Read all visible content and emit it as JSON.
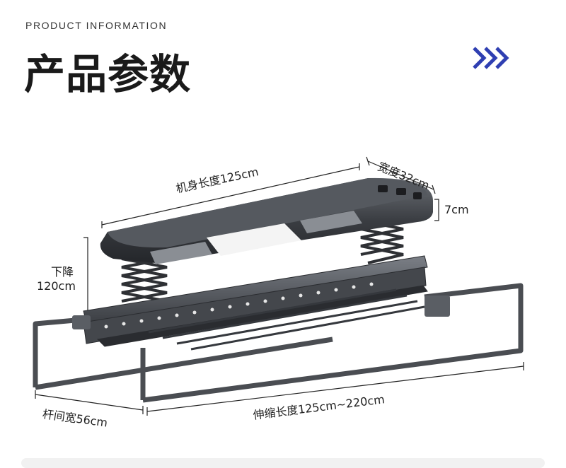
{
  "header": {
    "subtitle": "PRODUCT INFORMATION",
    "title": "产品参数"
  },
  "dimensions": {
    "body_length": "机身长度125cm",
    "width": "宽度32cm",
    "height": "7cm",
    "lower_label": "下降",
    "lower_value": "120cm",
    "rod_spacing": "杆间宽56cm",
    "extension": "伸缩长度125cm~220cm"
  },
  "colors": {
    "accent": "#2f3fb2",
    "product_dark": "#3a3d42",
    "product_mid": "#5a5e64"
  }
}
